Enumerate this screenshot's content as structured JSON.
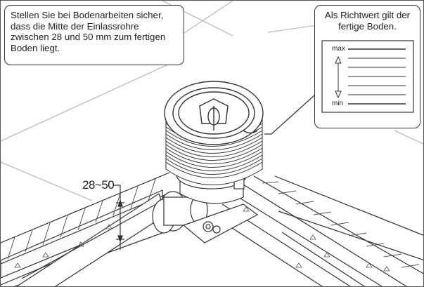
{
  "callout_left": {
    "text": "Stellen Sie bei Bodenarbeiten sicher, dass die Mitte der Einlassrohre zwischen 28 und 50 mm zum fertigen Boden liegt."
  },
  "callout_right": {
    "text": "Als Richtwert gilt der fertige Boden.",
    "gauge_max": "max",
    "gauge_min": "min"
  },
  "dimension": {
    "label": "28~50"
  },
  "colors": {
    "line": "#333333",
    "hatch": "#555555",
    "grid": "#bbbbbb",
    "background": "#ffffff"
  }
}
